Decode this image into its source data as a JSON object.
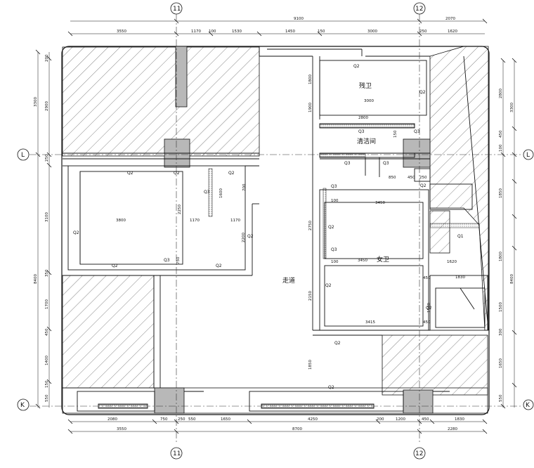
{
  "axes": {
    "v11_top": "11",
    "v12_top": "12",
    "v11_bot": "11",
    "v12_bot": "12",
    "hL_left": "L",
    "hL_right": "L",
    "hK_left": "K",
    "hK_right": "K"
  },
  "top_dims": {
    "overall_9100": "9100",
    "right_2070": "2070",
    "d_3550": "3550",
    "d_1170": "1170",
    "d_100": "100",
    "d_1530": "1530",
    "d_1450": "1450",
    "d_150": "150",
    "d_3000": "3000",
    "d_250": "250",
    "d_1620": "1620"
  },
  "bottom_dims": {
    "d_2080": "2080",
    "d_750": "750",
    "d_250": "250",
    "d_550": "550",
    "d_1650": "1650",
    "d_4250": "4250",
    "d_200": "200",
    "d_1200": "1200",
    "d_450": "450",
    "d_1830": "1830",
    "t_3550": "3550",
    "t_8700": "8700",
    "t_2280": "2280"
  },
  "left_dims": {
    "d_200": "200",
    "d_2900": "2900",
    "d_3300": "3300",
    "d_250": "250",
    "d_3100": "3100",
    "d_350": "350",
    "d_8400": "8400",
    "d_1700": "1700",
    "d_450": "450",
    "d_1400": "1400",
    "d_150": "150",
    "d_550": "550"
  },
  "right_dims": {
    "d_2800": "2800",
    "d_3300": "3300",
    "d_450": "450",
    "d_100": "100",
    "d_1850": "1850",
    "d_1800": "1800",
    "d_8400": "8400",
    "d_1500": "1500",
    "d_300": "300",
    "d_1650": "1650",
    "d_550": "550"
  },
  "rooms": {
    "bath": "残卫",
    "cleaning": "清洁间",
    "ladies": "女卫",
    "corridor": "走道"
  },
  "tags": {
    "q2": "Q2",
    "q3": "Q3",
    "q1": "Q1"
  },
  "inner_dims": {
    "i_3000": "3000",
    "i_2800": "2800",
    "i_3450": "3450",
    "i_3450b": "3450",
    "i_3415": "3415",
    "i_3800": "3800",
    "i_1170": "1170",
    "i_2250": "2250",
    "i_2750": "2750",
    "i_2150": "2150",
    "i_1850": "1850",
    "i_1800": "1800",
    "i_1620": "1620",
    "i_1830": "1830",
    "i_1900": "1900",
    "i_1600": "1600",
    "i_700": "700",
    "i_450": "450",
    "i_250": "250",
    "i_850": "850",
    "i_1500": "1500",
    "i_750": "750",
    "i_100": "100",
    "i_150": "150",
    "i_2200": "2200"
  }
}
